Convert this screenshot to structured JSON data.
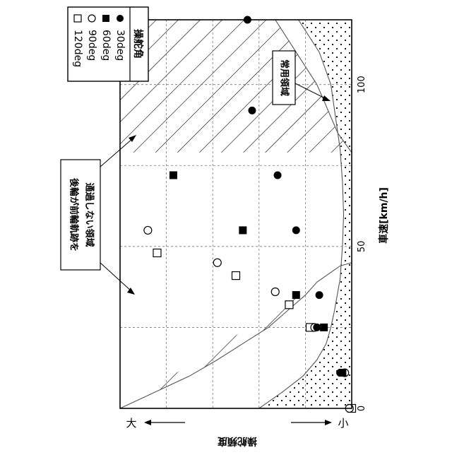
{
  "chart_data": {
    "type": "scatter",
    "orientation": "rotated-90-clockwise",
    "xlabel": "車速[km/h]",
    "ylabel": "操舵頻度",
    "x_ticks": [
      "0",
      "50",
      "100"
    ],
    "xlim": [
      0,
      120
    ],
    "ylim": [
      0,
      100
    ],
    "y_ends": {
      "low": "小",
      "high": "大"
    },
    "grid": true,
    "legend": {
      "position": "top-left",
      "title": "操舵角",
      "entries": [
        {
          "label": "30deg",
          "marker": "filled-circle"
        },
        {
          "label": "60deg",
          "marker": "filled-square"
        },
        {
          "label": "90deg",
          "marker": "open-circle"
        },
        {
          "label": "120deg",
          "marker": "open-square"
        }
      ]
    },
    "series": [
      {
        "name": "30deg",
        "marker": "filled-circle",
        "points": [
          [
            11,
            5
          ],
          [
            25,
            15
          ],
          [
            35,
            14
          ],
          [
            55,
            24
          ],
          [
            72,
            32
          ],
          [
            92,
            43
          ],
          [
            120,
            45
          ]
        ]
      },
      {
        "name": "60deg",
        "marker": "filled-square",
        "points": [
          [
            11,
            4
          ],
          [
            25,
            12
          ],
          [
            35,
            24
          ],
          [
            55,
            47
          ],
          [
            72,
            77
          ]
        ]
      },
      {
        "name": "90deg",
        "marker": "open-circle",
        "points": [
          [
            0,
            1
          ],
          [
            11,
            3
          ],
          [
            25,
            16
          ],
          [
            36,
            33
          ],
          [
            45,
            58
          ],
          [
            55,
            88
          ]
        ]
      },
      {
        "name": "120deg",
        "marker": "open-square",
        "points": [
          [
            0,
            0
          ],
          [
            25,
            18
          ],
          [
            32,
            27
          ],
          [
            41,
            50
          ],
          [
            48,
            84
          ]
        ]
      }
    ],
    "regions": [
      {
        "name": "normal",
        "label": "常用領域",
        "fill": "dots"
      },
      {
        "name": "no-track",
        "label": "後輪が前輪軌跡を\n通過しない領域",
        "fill": "hatch"
      }
    ]
  }
}
